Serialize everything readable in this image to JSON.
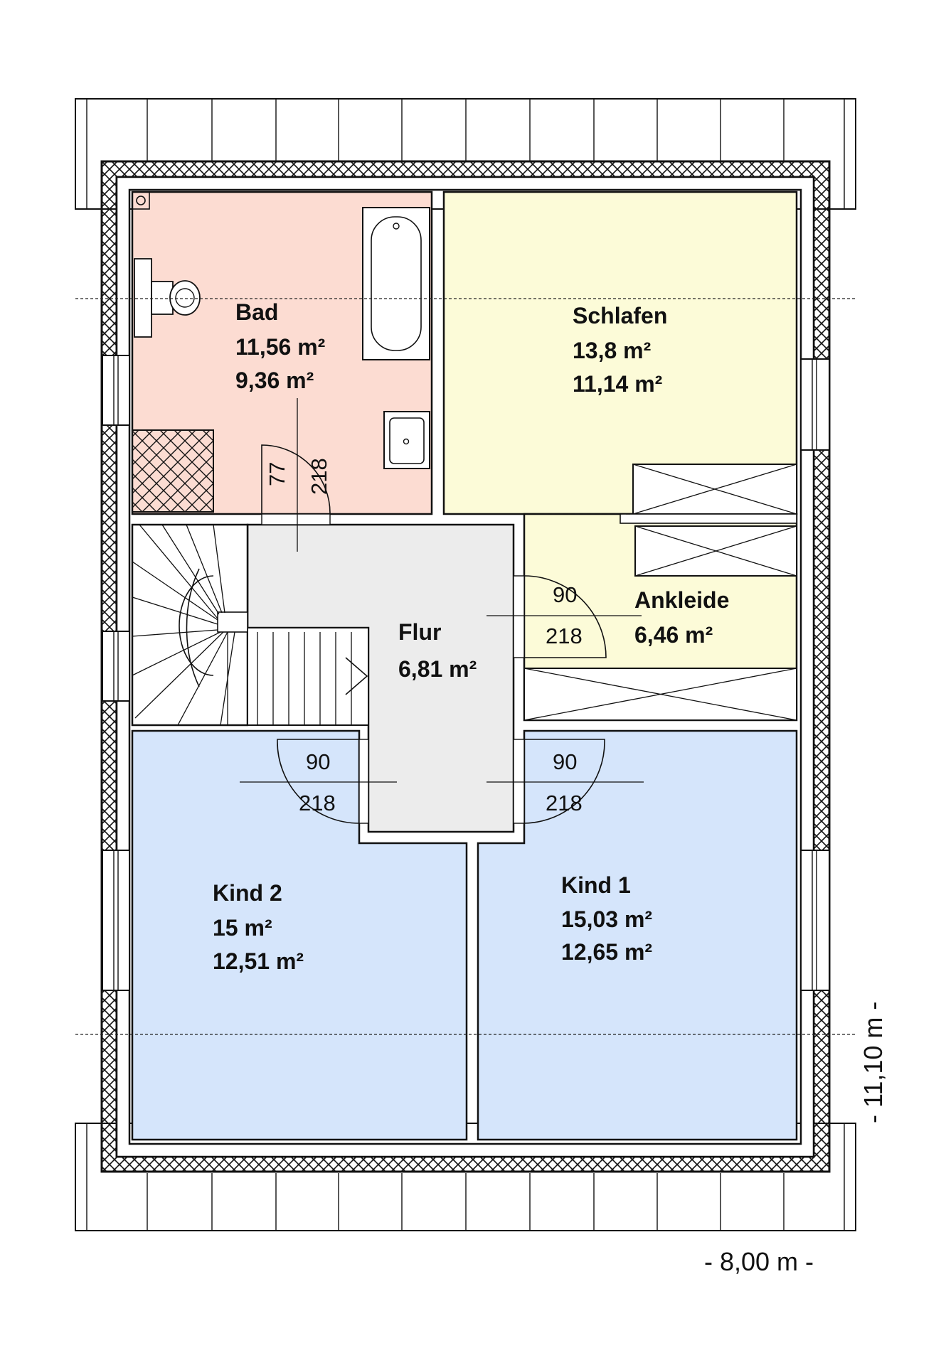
{
  "rooms": {
    "bad": {
      "name": "Bad",
      "area_1": "11,56 m²",
      "area_2": "9,36 m²",
      "fill": "#fcdcd2"
    },
    "schlafen": {
      "name": "Schlafen",
      "area_1": "13,8 m²",
      "area_2": "11,14 m²",
      "fill": "#fcfbd8"
    },
    "ankleide": {
      "name": "Ankleide",
      "area_1": "6,46 m²",
      "fill": "#fcfbd8"
    },
    "flur": {
      "name": "Flur",
      "area_1": "6,81 m²",
      "fill": "#ececec"
    },
    "kind2": {
      "name": "Kind 2",
      "area_1": "15 m²",
      "area_2": "12,51 m²",
      "fill": "#d5e5fb"
    },
    "kind1": {
      "name": "Kind 1",
      "area_1": "15,03 m²",
      "area_2": "12,65 m²",
      "fill": "#d5e5fb"
    }
  },
  "doors": {
    "bad": {
      "width": "77",
      "height": "218"
    },
    "ankleide": {
      "width": "90",
      "height": "218"
    },
    "kind2": {
      "width": "90",
      "height": "218"
    },
    "kind1": {
      "width": "90",
      "height": "218"
    }
  },
  "dimensions": {
    "width": "- 8,00 m -",
    "depth": "- 11,10 m -"
  },
  "colors": {
    "wall": "#111111",
    "outline": "#1a1a1a"
  }
}
